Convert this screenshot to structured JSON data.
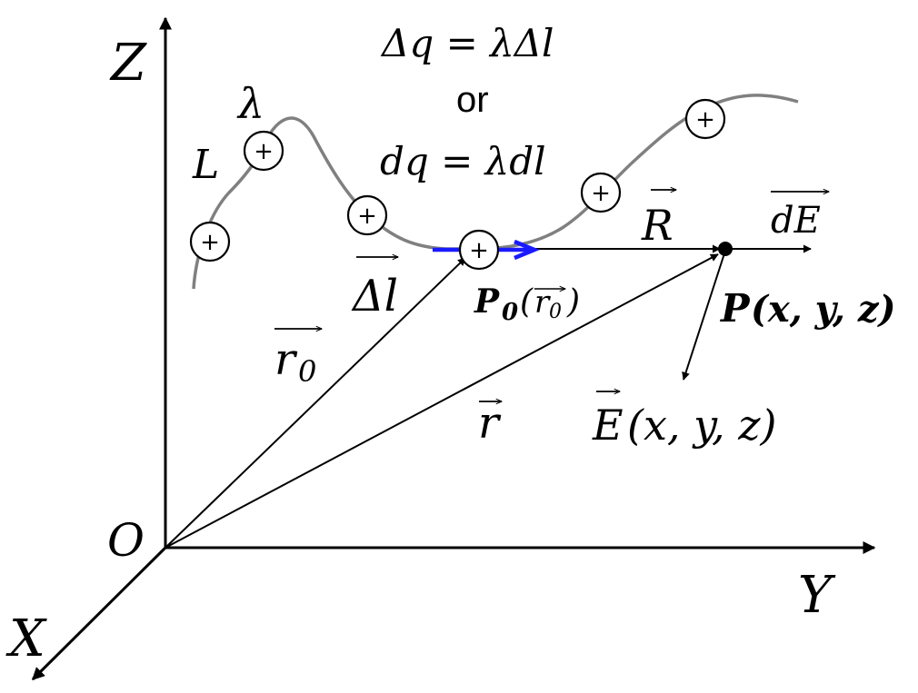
{
  "axes": {
    "z": "Z",
    "y": "Y",
    "x": "X",
    "origin": "O"
  },
  "curve": {
    "name": "L",
    "density": "λ"
  },
  "equations": {
    "line1": "Δq = λΔl",
    "or": "or",
    "line2": "dq = λdl"
  },
  "charge_symbol": "+",
  "vectors": {
    "delta_l": "Δl",
    "r0": "r",
    "r0_sub": "0",
    "r": "r",
    "R": "R",
    "dE": "dE",
    "E": "E",
    "E_args": "(x, y, z)"
  },
  "points": {
    "P0": "P",
    "P0_sub": "0",
    "P0_arg": "r",
    "P0_arg_sub": "0",
    "P": "P",
    "P_args": "(x, y, z)"
  },
  "colors": {
    "curve": "#808080",
    "delta_l_arrow": "#1a1aff",
    "ink": "#000000"
  }
}
